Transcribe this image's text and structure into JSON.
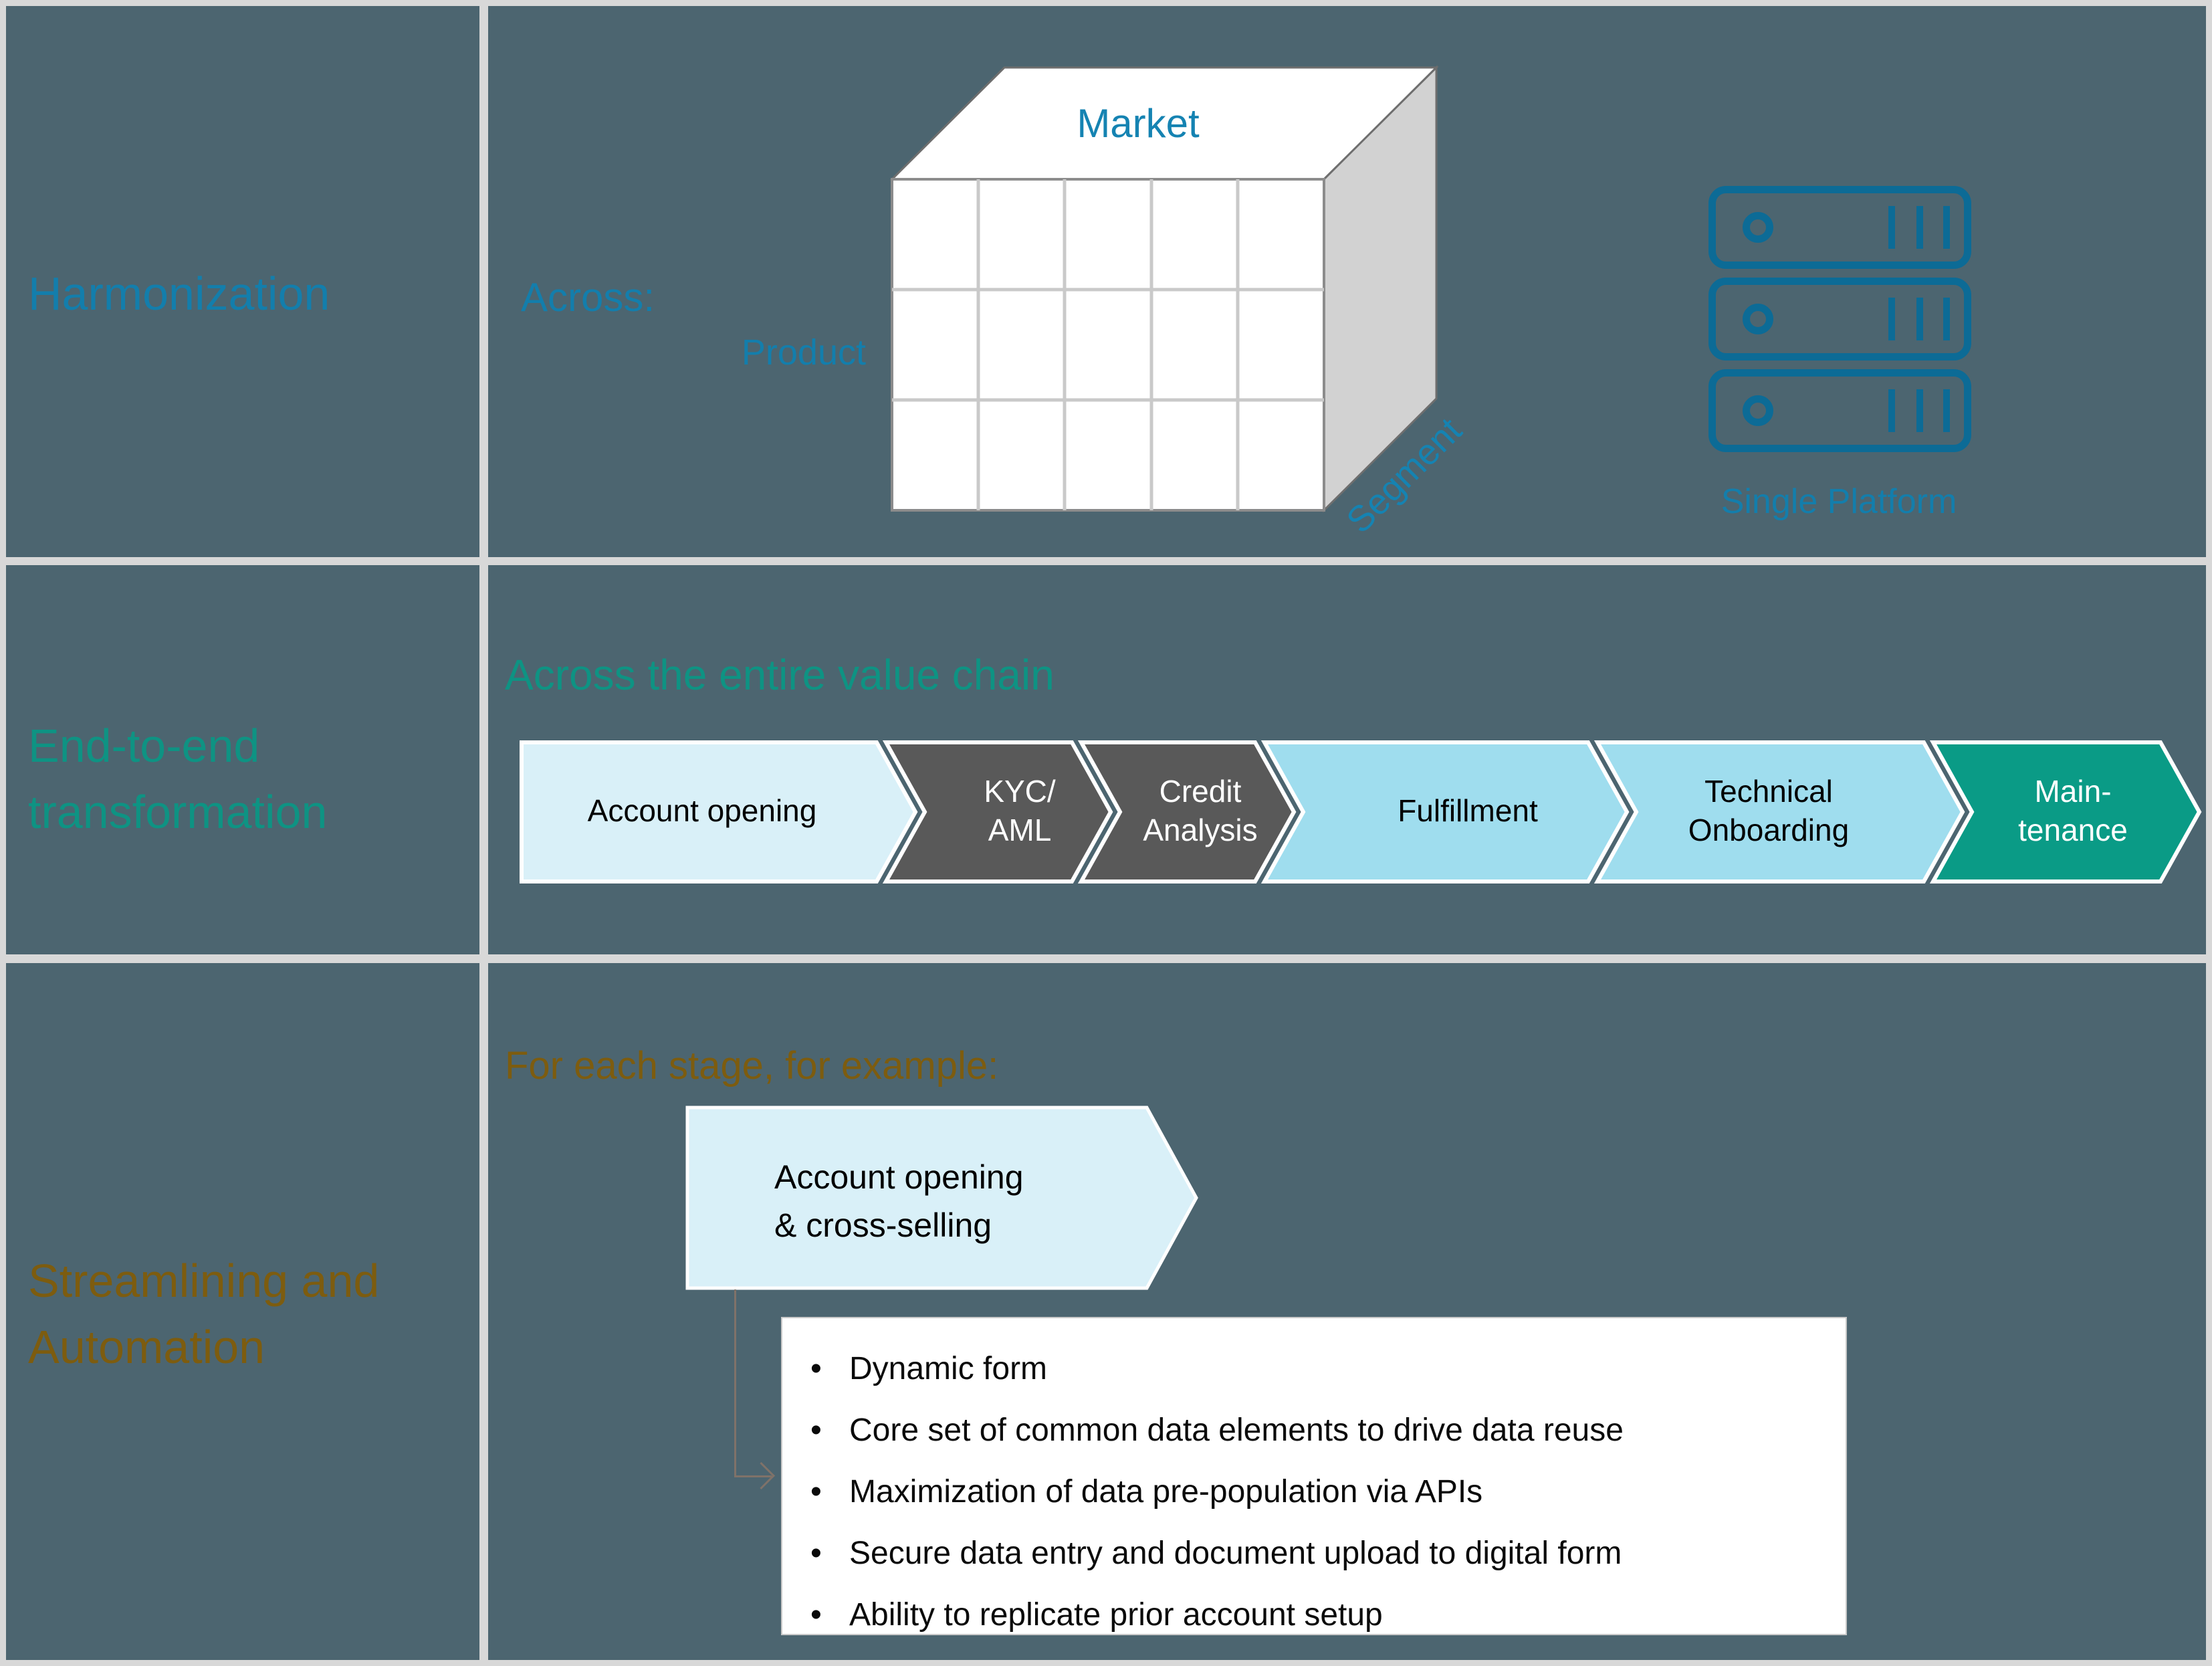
{
  "slide": {
    "rows": [
      {
        "label": "Harmonization"
      },
      {
        "label": "End-to-end transformation"
      },
      {
        "label": "Streamlining and Automation"
      }
    ]
  },
  "harmonization": {
    "across_label": "Across:",
    "cube": {
      "top_label": "Market",
      "left_label": "Product",
      "depth_label": "Segment"
    },
    "platform": {
      "label": "Single Platform"
    }
  },
  "transformation": {
    "heading": "Across the entire value chain",
    "stages": [
      {
        "line1": "Account opening"
      },
      {
        "line1": "KYC/",
        "line2": "AML"
      },
      {
        "line1": "Credit",
        "line2": "Analysis"
      },
      {
        "line1": "Fulfillment"
      },
      {
        "line1": "Technical",
        "line2": "Onboarding"
      },
      {
        "line1": "Main-",
        "line2": "tenance"
      }
    ]
  },
  "automation": {
    "heading": "For each stage, for example:",
    "stage_arrow": {
      "line1": "Account opening",
      "line2": "& cross-selling"
    },
    "bullets": [
      "Dynamic form",
      "Core set of common data elements to drive data reuse",
      "Maximization of data pre-population via APIs",
      "Secure data entry and document upload to digital form",
      "Ability to replicate prior account setup"
    ]
  },
  "colors": {
    "background": "#4C6570",
    "grid_line": "#D8D8D8",
    "blue_text": "#137EAC",
    "icon_blue": "#0C6B96",
    "teal_text": "#0E9383",
    "brown_text": "#7D5C0F",
    "chevron_pale_blue": "#D9F0F8",
    "chevron_dark_gray": "#595959",
    "chevron_light_blue": "#9FDDEE",
    "chevron_teal": "#0A9B86",
    "cube_side_gray": "#D2D2D2",
    "connector_gray": "#7F7269",
    "box_border": "#C9C9C9"
  }
}
